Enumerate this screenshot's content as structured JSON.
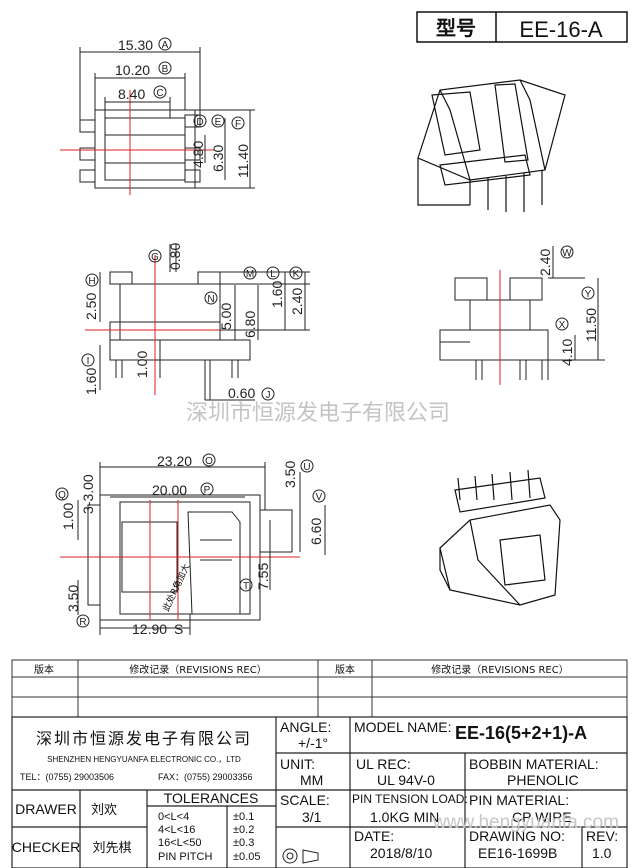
{
  "title_box": {
    "label": "型号",
    "value": "EE-16-A"
  },
  "watermark": "深圳市恒源发电子有限公司",
  "watermark_url": "www.hengyuanfa.com",
  "top_view": {
    "dims": [
      {
        "v": "15.30",
        "c": "A"
      },
      {
        "v": "10.20",
        "c": "B"
      },
      {
        "v": "8.40",
        "c": "C"
      },
      {
        "c": "D"
      },
      {
        "c": "E"
      },
      {
        "v": "4.80"
      },
      {
        "v": "6.30"
      },
      {
        "v": "11.40",
        "c": "F"
      }
    ]
  },
  "front_view": {
    "dims": [
      {
        "v": "0.80",
        "c": "G"
      },
      {
        "v": "2.50",
        "c": "H"
      },
      {
        "v": "1.60",
        "c": "I"
      },
      {
        "v": "1.00"
      },
      {
        "v": "5.00",
        "c": "N"
      },
      {
        "v": "6.80",
        "c": "M"
      },
      {
        "v": "1.60",
        "c": "L"
      },
      {
        "v": "2.40",
        "c": "K"
      },
      {
        "v": "0.60",
        "c": "J"
      }
    ]
  },
  "side_view": {
    "dims": [
      {
        "v": "2.40",
        "c": "W"
      },
      {
        "v": "4.10",
        "c": "X"
      },
      {
        "v": "11.50",
        "c": "Y"
      }
    ]
  },
  "bottom_view": {
    "dims": [
      {
        "v": "23.20",
        "c": "O"
      },
      {
        "v": "20.00",
        "c": "P"
      },
      {
        "v": "3.50",
        "c": "U"
      },
      {
        "v": "6.60",
        "c": "V"
      },
      {
        "v": "3-3.00"
      },
      {
        "c": "Q"
      },
      {
        "v": "1.00"
      },
      {
        "v": "7.55"
      },
      {
        "c": "T"
      },
      {
        "v": "3.50"
      },
      {
        "c": "R"
      },
      {
        "v": "12.90",
        "c": "S"
      }
    ],
    "note": "此处R角加大"
  },
  "revisions": {
    "col1": "版本",
    "col2": "修改记录（REVISIONS REC）",
    "col3": "版本",
    "col4": "修改记录（REVISIONS REC）"
  },
  "company": {
    "name_cn": "深圳市恒源发电子有限公司",
    "name_en": "SHENZHEN HENGYUANFA ELECTRONIC CO.，LTD",
    "tel": "TEL：(0755) 29003506",
    "fax": "FAX：(0755) 29003356"
  },
  "title_block": {
    "angle_label": "ANGLE:",
    "angle_value": "+/-1°",
    "model_label": "MODEL NAME:",
    "model_value": "EE-16(5+2+1)-A",
    "unit_label": "UNIT:",
    "unit_value": "MM",
    "ul_label": "UL REC:",
    "ul_value": "UL 94V-0",
    "bobbin_label": "BOBBIN MATERIAL:",
    "bobbin_value": "PHENOLIC",
    "drawer_label": "DRAWER",
    "drawer_value": "刘欢",
    "tolerances_label": "TOLERANCES",
    "tol_rows": [
      {
        "range": "0<L<4",
        "tol": "±0.1"
      },
      {
        "range": "4<L<16",
        "tol": "±0.2"
      },
      {
        "range": "16<L<50",
        "tol": "±0.3"
      },
      {
        "range": "PIN PITCH",
        "tol": "±0.05"
      }
    ],
    "scale_label": "SCALE:",
    "scale_value": "3/1",
    "pin_tension_label": "PIN TENSION LOAD:",
    "pin_tension_value": "1.0KG MIN",
    "pin_material_label": "PIN MATERIAL:",
    "pin_material_value": "CP WIRE",
    "checker_label": "CHECKER",
    "checker_value": "刘先棋",
    "date_label": "DATE:",
    "date_value": "2018/8/10",
    "drawing_label": "DRAWING NO:",
    "drawing_value": "EE16-1699B",
    "rev_label": "REV:",
    "rev_value": "1.0"
  }
}
